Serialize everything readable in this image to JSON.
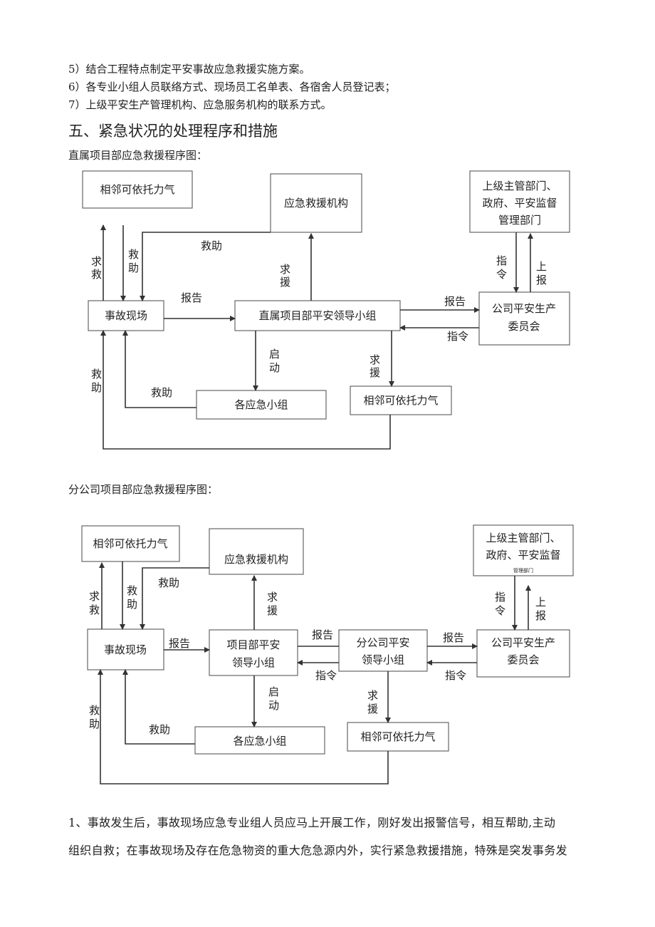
{
  "list": [
    "5）结合工程特点制定平安事故应急救援实施方案。",
    "6）各专业小组人员联络方式、现场员工名单表、各宿舍人员登记表；",
    "7）上级平安生产管理机构、应急服务机构的联系方式。"
  ],
  "section_title": "五、紧急状况的处理程序和措施",
  "diagram1": {
    "caption": "直属项目部应急救援程序图：",
    "boxes": {
      "neighbor": "相邻可依托力气",
      "rescue_org": "应急救援机构",
      "superior": [
        "上级主管部门、",
        "政府、平安监督",
        "管理部门"
      ],
      "site": "事故现场",
      "leader": "直属项目部平安领导小组",
      "committee": [
        "公司平安生产",
        "委员会"
      ],
      "groups": "各应急小组",
      "neighbor2": "相邻可依托力气"
    },
    "labels": {
      "seek": [
        "求",
        "救"
      ],
      "help": [
        "救",
        "助"
      ],
      "help_h": "救助",
      "report": "报告",
      "ask": [
        "求",
        "援"
      ],
      "report2": "报告",
      "order": "指令",
      "order_v": [
        "指",
        "令"
      ],
      "up": [
        "上",
        "报"
      ],
      "start": [
        "启",
        "动"
      ],
      "ask2": [
        "求",
        "援"
      ],
      "help2": "救助",
      "help3": [
        "救",
        "助"
      ]
    }
  },
  "diagram2": {
    "caption": "分公司项目部应急救援程序图：",
    "boxes": {
      "neighbor": "相邻可依托力气",
      "rescue_org": "应急救援机构",
      "superior": [
        "上级主管部门、",
        "政府、平安监督",
        "管理部门"
      ],
      "site": "事故现场",
      "project": [
        "项目部平安",
        "领导小组"
      ],
      "branch": [
        "分公司平安",
        "领导小组"
      ],
      "committee": [
        "公司平安生产",
        "委员会"
      ],
      "groups": "各应急小组",
      "neighbor2": "相邻可依托力气"
    },
    "labels": {
      "seek": [
        "求",
        "救"
      ],
      "help": [
        "救",
        "助"
      ],
      "help_h": "救助",
      "report": "报告",
      "ask": [
        "求",
        "援"
      ],
      "report_mid": "报告",
      "order_mid": "指令",
      "report2": "报告",
      "order": "指令",
      "order_v": [
        "指",
        "令"
      ],
      "up": [
        "上",
        "报"
      ],
      "start": [
        "启",
        "动"
      ],
      "ask2": [
        "求",
        "援"
      ],
      "help2": "救助",
      "help3": [
        "救",
        "助"
      ]
    }
  },
  "paragraph": [
    "1、事故发生后，事故现场应急专业组人员应马上开展工作，刚好发出报警信号，相互帮助,主动",
    "组织自救；在事故现场及存在危急物资的重大危急源内外，实行紧急救援措施，特殊是突发事务发"
  ]
}
